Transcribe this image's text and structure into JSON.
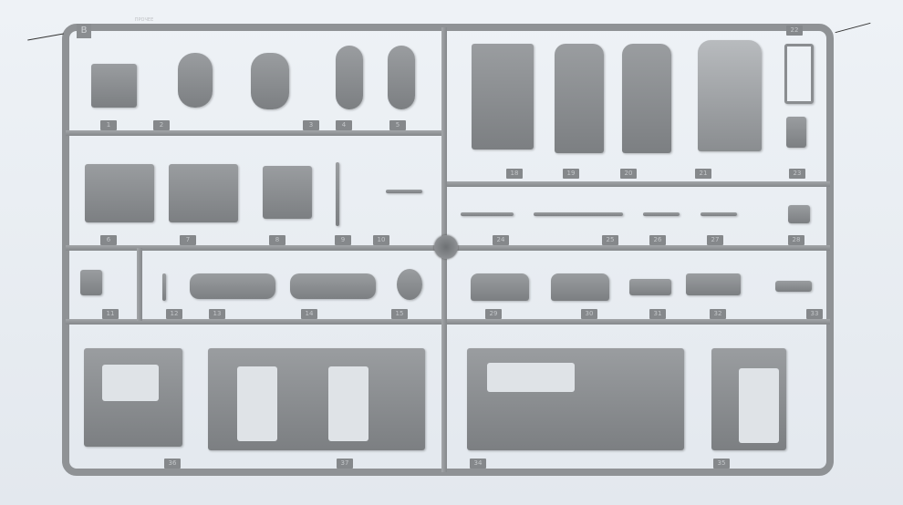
{
  "sprue_letter": "B",
  "sprue_code": "ПРОЧЕЕ",
  "colors": {
    "plastic": "#8f9295",
    "background": "#e9eef3"
  },
  "part_numbers": {
    "row1": [
      "1",
      "2",
      "3",
      "4",
      "5",
      "18",
      "19",
      "20",
      "21",
      "22",
      "23"
    ],
    "row2": [
      "6",
      "7",
      "8",
      "9",
      "10",
      "24",
      "25",
      "26",
      "27",
      "28"
    ],
    "row3": [
      "11",
      "12",
      "13",
      "14",
      "15",
      "29",
      "30",
      "31",
      "32",
      "33"
    ],
    "row4": [
      "36",
      "37",
      "34",
      "35"
    ]
  }
}
